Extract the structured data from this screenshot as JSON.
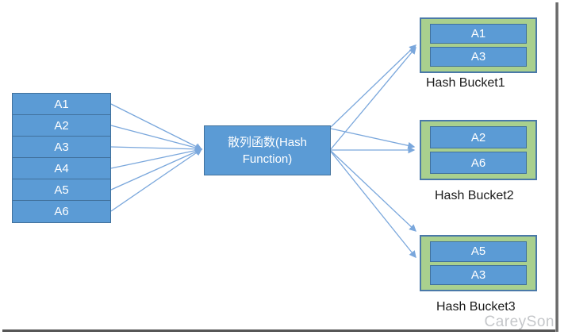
{
  "colors": {
    "box_fill": "#5B9BD5",
    "box_border": "#41719C",
    "bucket_fill": "#A9D08E",
    "bucket_border": "#4A79A8",
    "arrow": "#7AA7DC",
    "label_text": "#1a1a1a",
    "watermark_text": "#C5C7CA"
  },
  "left_stack": {
    "items": [
      "A1",
      "A2",
      "A3",
      "A4",
      "A5",
      "A6"
    ]
  },
  "hash_function": {
    "line1": "散列函数(Hash",
    "line2": "Function)"
  },
  "buckets": [
    {
      "label": "Hash Bucket1",
      "items": [
        "A1",
        "A3"
      ]
    },
    {
      "label": "Hash Bucket2",
      "items": [
        "A2",
        "A6"
      ]
    },
    {
      "label": "Hash Bucket3",
      "items": [
        "A5",
        "A3"
      ]
    }
  ],
  "watermark": "CareySon",
  "arrows": {
    "input": [
      [
        140,
        131,
        254,
        188
      ],
      [
        140,
        158,
        254,
        188
      ],
      [
        140,
        185,
        254,
        188
      ],
      [
        140,
        212,
        254,
        188
      ],
      [
        140,
        239,
        254,
        188
      ],
      [
        140,
        266,
        254,
        188
      ]
    ],
    "output": [
      [
        417,
        160,
        524,
        57
      ],
      [
        417,
        188,
        524,
        60
      ],
      [
        417,
        162,
        522,
        185
      ],
      [
        417,
        189,
        522,
        189
      ],
      [
        417,
        190,
        524,
        291
      ],
      [
        417,
        191,
        524,
        324
      ]
    ]
  }
}
